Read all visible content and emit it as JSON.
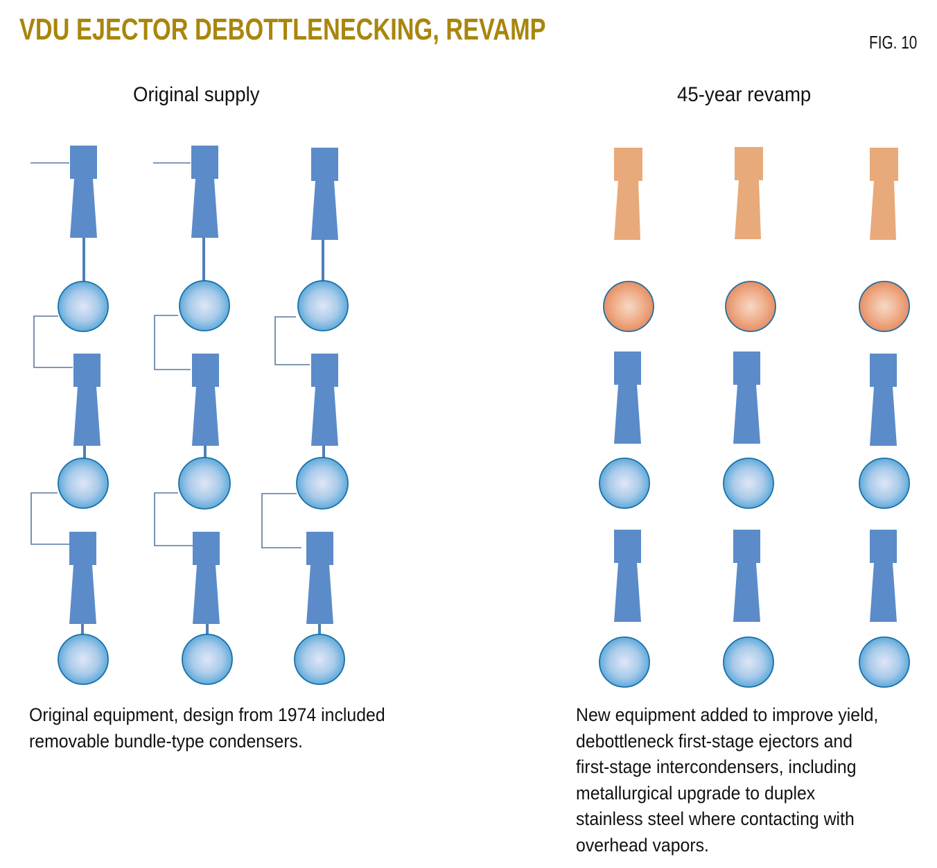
{
  "header": {
    "title": "VDU EJECTOR DEBOTTLENECKING, REVAMP",
    "figure_label": "FIG. 10"
  },
  "panels": [
    {
      "id": "original",
      "title": "Original supply",
      "caption_lines": [
        "Original equipment, design from 1974 included",
        "removable bundle-type condensers."
      ],
      "columns": 3,
      "stages": [
        {
          "ejector": "blue",
          "condenser": "blue"
        },
        {
          "ejector": "blue",
          "condenser": "blue"
        },
        {
          "ejector": "blue",
          "condenser": "blue"
        }
      ],
      "connections": "piped"
    },
    {
      "id": "revamp",
      "title": "45-year revamp",
      "caption_lines": [
        "New equipment added to improve yield,",
        "debottleneck first-stage ejectors and",
        "first-stage intercondensers, including",
        "metallurgical upgrade to duplex",
        "stainless steel where contacting with",
        "overhead vapors."
      ],
      "columns": 3,
      "stages": [
        {
          "ejector": "orange",
          "condenser": "orange"
        },
        {
          "ejector": "blue",
          "condenser": "blue"
        },
        {
          "ejector": "blue",
          "condenser": "blue"
        }
      ],
      "connections": "none"
    }
  ],
  "colors": {
    "title": "#a9850c",
    "ejector_blue": "#5b8bc9",
    "ejector_orange": "#e8aa7a",
    "condenser_blue_center": "#dde6f5",
    "condenser_blue_edge": "#4fa3d9",
    "condenser_orange_center": "#f6d3bf",
    "condenser_orange_edge": "#e8875a",
    "condenser_stroke": "#1a6fa3",
    "pipe": "#3d6fa8"
  }
}
